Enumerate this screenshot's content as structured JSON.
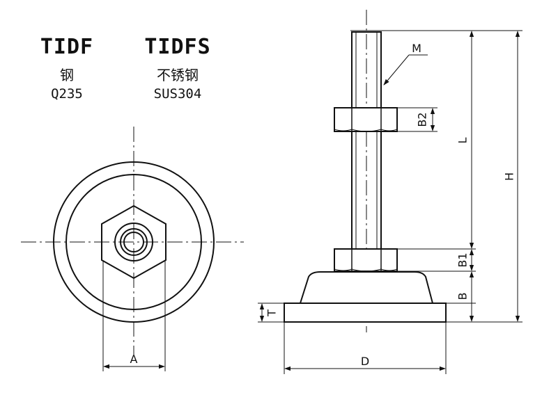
{
  "materials": [
    {
      "model": "TIDF",
      "material": "钢",
      "grade": "Q235"
    },
    {
      "model": "TIDFS",
      "material": "不锈钢",
      "grade": "SUS304"
    }
  ],
  "dimensions": {
    "A": "A",
    "D": "D",
    "T": "T",
    "B": "B",
    "B1": "B1",
    "B2": "B2",
    "L": "L",
    "H": "H",
    "M": "M"
  },
  "colors": {
    "line": "#111111",
    "background": "#ffffff"
  }
}
